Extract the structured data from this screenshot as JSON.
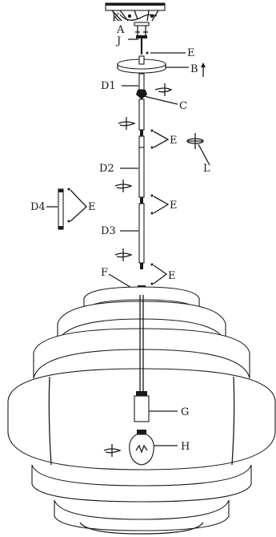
{
  "diagram": {
    "labels": {
      "K": "K",
      "A": "A",
      "J": "J",
      "E_top": "E",
      "B": "B",
      "D1": "D1",
      "C": "C",
      "E_right1": "E",
      "L": "L",
      "D2": "D2",
      "D4": "D4",
      "E_left": "E",
      "E_right2": "E",
      "D3": "D3",
      "F": "F",
      "E_right3": "E",
      "G": "G",
      "H": "H"
    },
    "icons": [
      "rotate-arrow-icon",
      "up-arrow-icon"
    ]
  }
}
